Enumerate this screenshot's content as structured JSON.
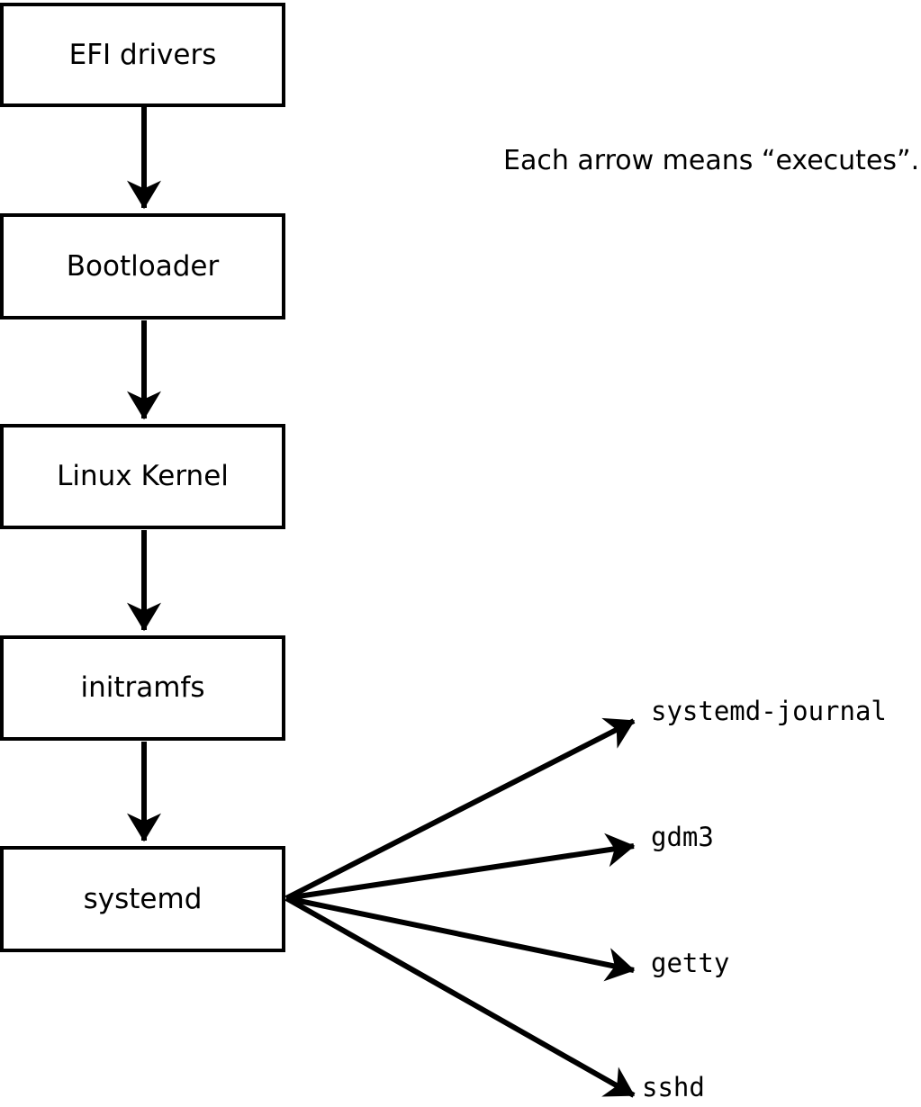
{
  "diagram": {
    "caption": "Each arrow means “executes”.",
    "chain_nodes": [
      {
        "label": "EFI drivers"
      },
      {
        "label": "Bootloader"
      },
      {
        "label": "Linux Kernel"
      },
      {
        "label": "initramfs"
      },
      {
        "label": "systemd"
      }
    ],
    "leaf_nodes": [
      {
        "label": "systemd-journal"
      },
      {
        "label": "gdm3"
      },
      {
        "label": "getty"
      },
      {
        "label": "sshd"
      }
    ],
    "colors": {
      "line": "#000000",
      "background": "#ffffff",
      "box_fill": "#ffffff",
      "text": "#000000"
    }
  }
}
